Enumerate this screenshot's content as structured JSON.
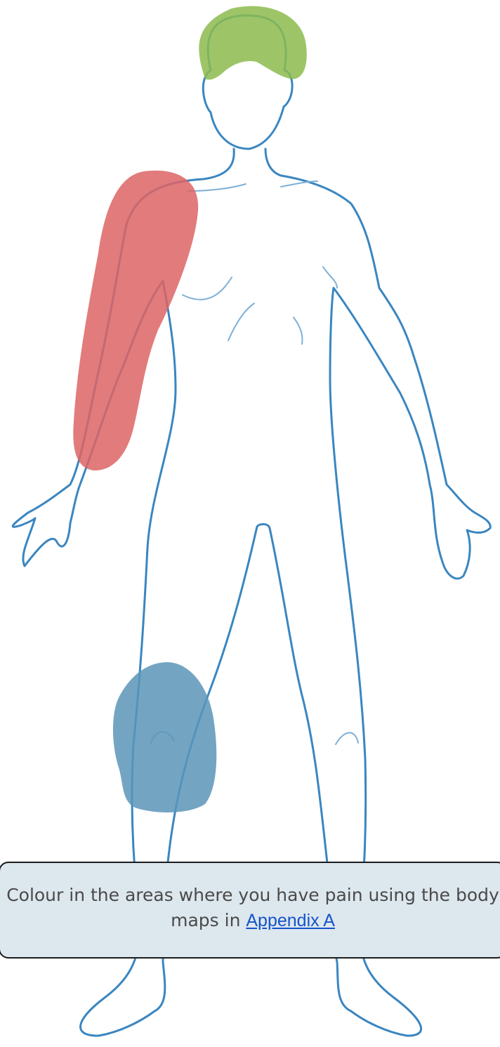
{
  "instruction": {
    "text_before_link": "Colour in the areas where you have pain using the body maps in ",
    "link_text": "Appendix A"
  },
  "pain_areas": [
    {
      "name": "head",
      "color": "#8cbb4e"
    },
    {
      "name": "right-arm",
      "color": "#dd6464"
    },
    {
      "name": "left-knee",
      "color": "#5b95b8"
    }
  ],
  "colors": {
    "outline": "#3a86c0",
    "note_background": "#dde7ee",
    "link": "#1553c9"
  }
}
